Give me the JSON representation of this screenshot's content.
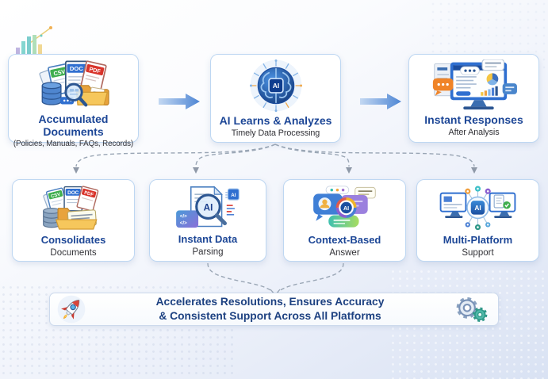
{
  "colors": {
    "accent_blue": "#2f6fd0",
    "title_text": "#1c4696",
    "subtitle_text": "#323237",
    "banner_text": "#1d4181",
    "card_border": "#bed7f2",
    "arrow_blue": "#4e86d4",
    "connector_gray": "#9aa6b5"
  },
  "flow_row": {
    "boxes": [
      {
        "title": "Accumulated Documents",
        "subtitle": "(Policies, Manuals, FAQs, Records)",
        "icon": "documents-stack-icon"
      },
      {
        "title": "AI Learns & Analyzes",
        "subtitle": "Timely Data Processing",
        "icon": "ai-brain-icon"
      },
      {
        "title": "Instant Responses",
        "subtitle": "After Analysis",
        "icon": "dashboard-monitor-icon"
      }
    ]
  },
  "feature_row": {
    "boxes": [
      {
        "title": "Consolidates",
        "subtitle": "Documents",
        "icon": "consolidated-documents-icon"
      },
      {
        "title": "Instant Data",
        "subtitle": "Parsing",
        "icon": "ai-magnifier-document-icon"
      },
      {
        "title": "Context-Based",
        "subtitle": "Answer",
        "icon": "chat-bubbles-ai-icon"
      },
      {
        "title": "Multi-Platform",
        "subtitle": "Support",
        "icon": "multi-device-ai-icon"
      }
    ]
  },
  "banner": {
    "line1": "Accelerates Resolutions, Ensures Accuracy",
    "line2": "& Consistent Support Across All Platforms",
    "left_icon": "rocket-icon",
    "right_icon": "gears-icon"
  },
  "icon_labels": {
    "csv": "CSV",
    "doc": "DOC",
    "pdf": "PDF",
    "ai": "AI",
    "code": "</>"
  }
}
